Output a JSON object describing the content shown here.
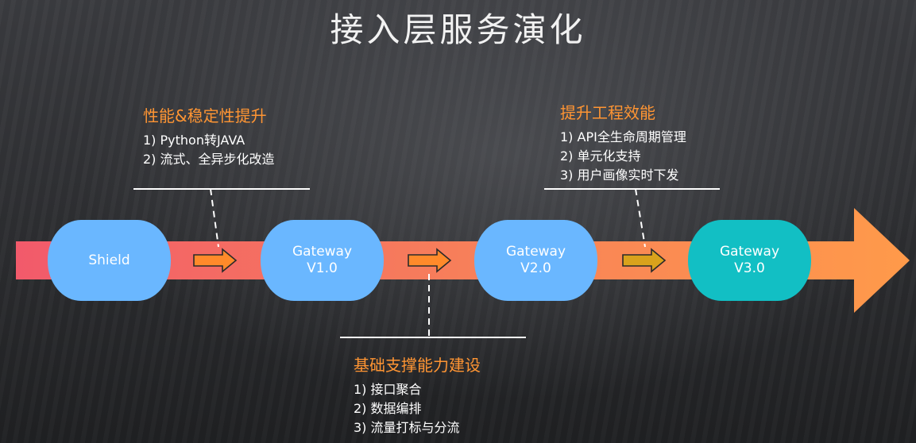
{
  "title": "接入层服务演化",
  "nodes": [
    {
      "line1": "Shield",
      "line2": ""
    },
    {
      "line1": "Gateway",
      "line2": "V1.0"
    },
    {
      "line1": "Gateway",
      "line2": "V2.0"
    },
    {
      "line1": "Gateway",
      "line2": "V3.0"
    }
  ],
  "annotations": [
    {
      "heading": "性能&稳定性提升",
      "items": [
        "1) Python转JAVA",
        "2) 流式、全异步化改造"
      ]
    },
    {
      "heading": "基础支撑能力建设",
      "items": [
        "1) 接口聚合",
        "2) 数据编排",
        "3) 流量打标与分流"
      ]
    },
    {
      "heading": "提升工程效能",
      "items": [
        "1) API全生命周期管理",
        "2) 单元化支持",
        "3) 用户画像实时下发"
      ]
    }
  ],
  "colors": {
    "accent_heading": "#ff9533",
    "node_blue": "#6ab7ff",
    "node_teal": "#12bfc4",
    "flow_start": "#f25a6b",
    "flow_end": "#ff9a4a"
  }
}
